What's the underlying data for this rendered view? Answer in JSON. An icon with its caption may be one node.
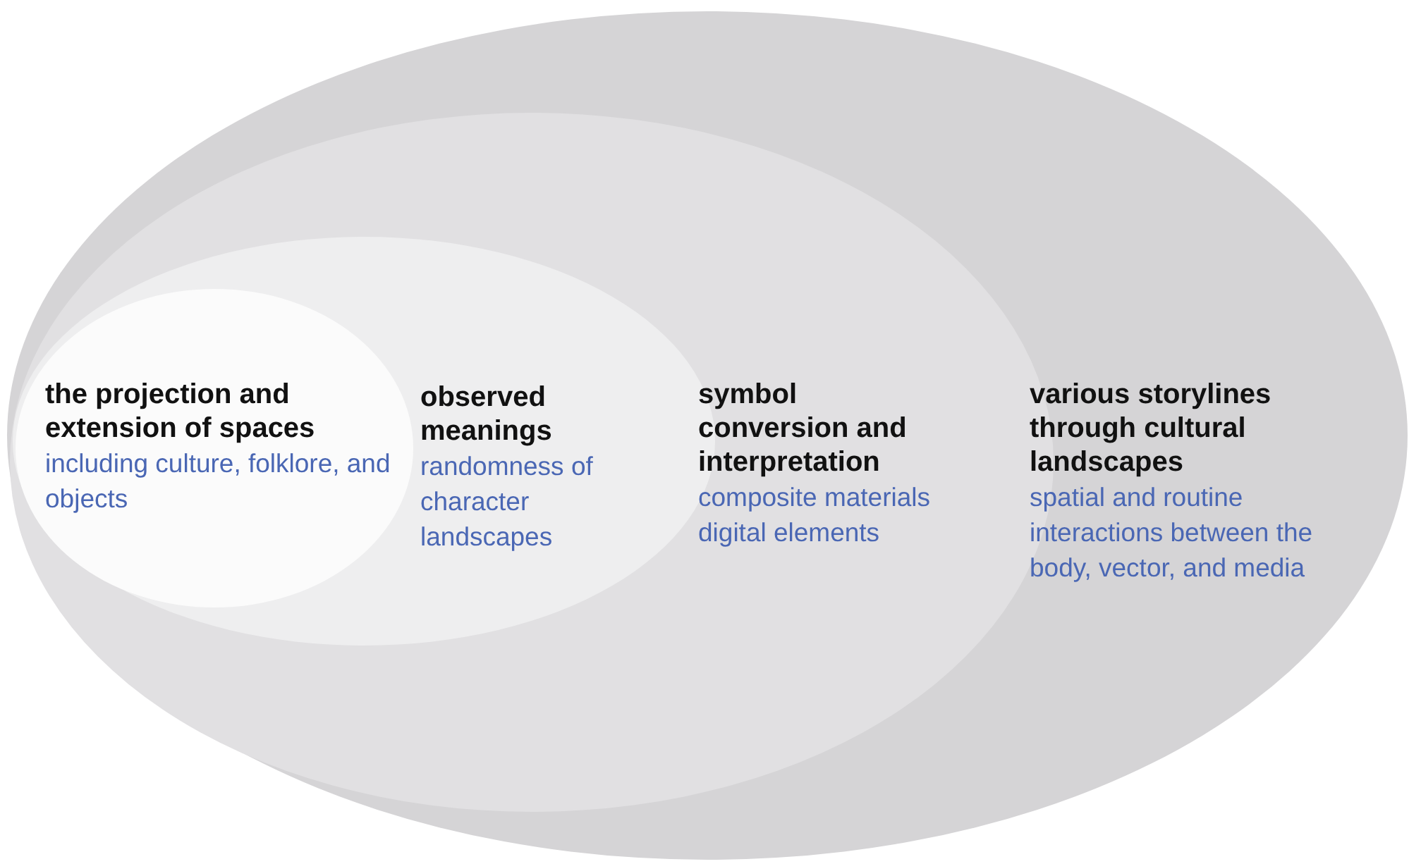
{
  "diagram": {
    "nodes": [
      {
        "text": [
          "various storylines through cultural landscapes",
          "spatial and routine interactions between the body, vector, and media"
        ]
      },
      {
        "text": [
          "symbol conversion and interpretation",
          "composite materials digital elements"
        ],
        "in": 0
      },
      {
        "text": [
          "observed meanings",
          "randomness of character landscapes"
        ],
        "in": 1
      },
      {
        "text": [
          "the projection and extension of spaces",
          "including culture, folklore, and objects"
        ],
        "in": 2
      }
    ]
  }
}
